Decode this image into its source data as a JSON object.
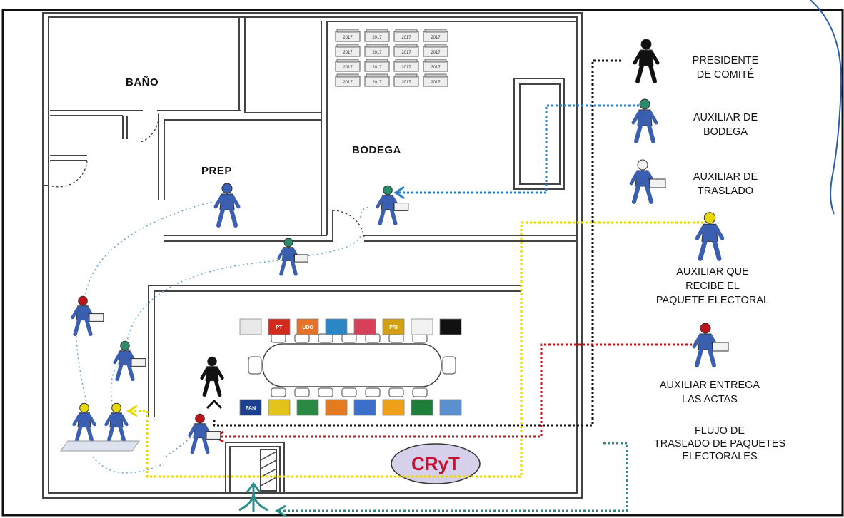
{
  "rooms": {
    "bano": "BAÑO",
    "prep": "PREP",
    "bodega": "BODEGA"
  },
  "box_year": "2017",
  "crt_label": "CRyT",
  "legend": [
    {
      "line1": "PRESIDENTE",
      "line2": "DE COMITÉ",
      "line3": ""
    },
    {
      "line1": "AUXILIAR DE",
      "line2": "BODEGA",
      "line3": ""
    },
    {
      "line1": "AUXILIAR DE",
      "line2": "TRASLADO",
      "line3": ""
    },
    {
      "line1": "AUXILIAR QUE",
      "line2": "RECIBE EL",
      "line3": "PAQUETE ELECTORAL"
    },
    {
      "line1": "AUXILIAR ENTREGA",
      "line2": "LAS ACTAS",
      "line3": ""
    },
    {
      "line1": "FLUJO DE",
      "line2": "TRASLADO DE PAQUETES",
      "line3": "ELECTORALES"
    }
  ],
  "party_labels": {
    "top": [
      "",
      "PT",
      "UDC",
      "",
      "",
      "PRI",
      "",
      ""
    ],
    "bottom": [
      "PAN",
      "",
      "",
      "",
      "",
      "",
      "",
      ""
    ]
  },
  "colors": {
    "president": "#111111",
    "bodega": "#2f7fc4",
    "traslado": "#1b2f6e",
    "recibe": "#f2e21a",
    "entrega": "#c0141c",
    "flujo": "#2b8c8c"
  }
}
